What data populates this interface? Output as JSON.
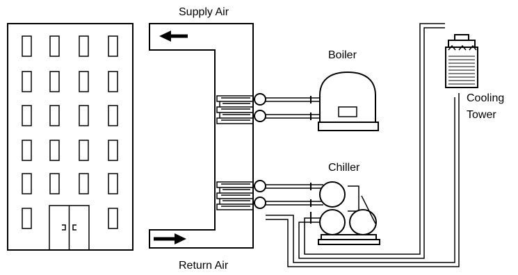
{
  "labels": {
    "supply_air": "Supply Air",
    "return_air": "Return Air",
    "boiler": "Boiler",
    "chiller": "Chiller",
    "cooling_tower_line1": "Cooling",
    "cooling_tower_line2": "Tower"
  },
  "colors": {
    "line": "#000000",
    "background": "#ffffff"
  }
}
